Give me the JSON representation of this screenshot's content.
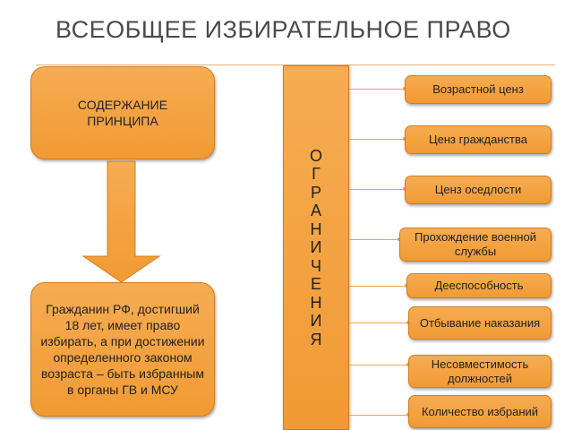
{
  "title": "ВСЕОБЩЕЕ ИЗБИРАТЕЛЬНОЕ ПРАВО",
  "principle_box": {
    "label": "СОДЕРЖАНИЕ ПРИНЦИПА"
  },
  "citizen_box": {
    "text": "Гражданин РФ, достигший 18 лет, имеет право избирать, а при достижении определенного законом возраста – быть избранным в органы ГВ и МСУ"
  },
  "restrictions_box": {
    "letters": [
      "О",
      "Г",
      "Р",
      "А",
      "Н",
      "И",
      "Ч",
      "Е",
      "Н",
      "И",
      "Я"
    ]
  },
  "restrictions": [
    "Возрастной ценз",
    "Ценз гражданства",
    "Ценз оседлости",
    "Прохождение военной службы",
    "Дееспособность",
    "Отбывание наказания",
    "Несовместимость должностей",
    "Количество избраний"
  ],
  "colors": {
    "box_fill": "#f3a142",
    "box_border": "#d37d20",
    "connector": "#f0a24e",
    "title_text": "#4a4a4a"
  }
}
